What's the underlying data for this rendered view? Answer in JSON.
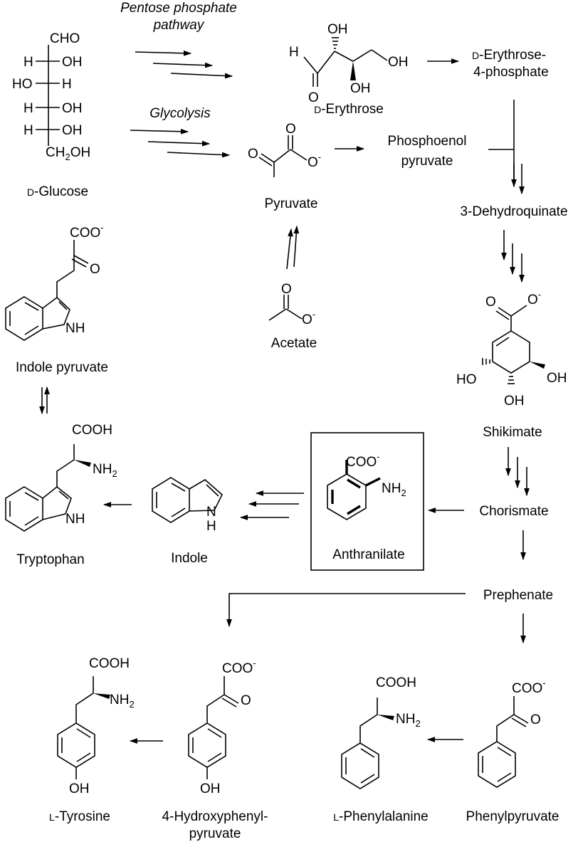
{
  "routes": {
    "pentose_1": "Pentose phosphate",
    "pentose_2": "pathway",
    "glycolysis": "Glycolysis"
  },
  "glucose": {
    "cho": "CHO",
    "h": "H",
    "oh": "OH",
    "ho": "HO",
    "ch2oh_a": "CH",
    "ch2oh_sub": "2",
    "ch2oh_b": "OH",
    "label_prefix": "D",
    "label_rest": "-Glucose"
  },
  "erythrose": {
    "h": "H",
    "o": "O",
    "oh": "OH",
    "label_prefix": "D",
    "label_rest": "-Erythrose"
  },
  "e4p": {
    "label1_prefix": "D",
    "label1_rest": "-Erythrose-",
    "label2": "4-phosphate"
  },
  "pep": {
    "line1": "Phosphoenol",
    "line2": "pyruvate"
  },
  "pyruvate": {
    "o": "O",
    "o_minus": "O",
    "charge": "-",
    "label": "Pyruvate"
  },
  "acetate": {
    "o": "O",
    "o_minus": "O",
    "charge": "-",
    "label": "Acetate"
  },
  "dehydroquinate": {
    "label": "3-Dehydroquinate"
  },
  "shikimate": {
    "o": "O",
    "o_minus": "O",
    "charge": "-",
    "ho": "HO",
    "oh": "OH",
    "label": "Shikimate"
  },
  "chorismate": {
    "label": "Chorismate"
  },
  "prephenate": {
    "label": "Prephenate"
  },
  "anthranilate": {
    "coo": "COO",
    "charge": "-",
    "nh2_a": "NH",
    "nh2_sub": "2",
    "label": "Anthranilate"
  },
  "indole": {
    "h": "H",
    "n": "N",
    "label": "Indole"
  },
  "indole_pyruvate": {
    "coo": "COO",
    "charge": "-",
    "o": "O",
    "nh": "NH",
    "label": "Indole pyruvate"
  },
  "tryptophan": {
    "cooh": "COOH",
    "nh2_a": "NH",
    "nh2_sub": "2",
    "nh": "NH",
    "label": "Tryptophan"
  },
  "tyrosine": {
    "cooh": "COOH",
    "nh2_a": "NH",
    "nh2_sub": "2",
    "oh": "OH",
    "label_prefix": "L",
    "label_rest": "-Tyrosine"
  },
  "hpp": {
    "coo": "COO",
    "charge": "-",
    "o": "O",
    "oh": "OH",
    "label1": "4-Hydroxyphenyl-",
    "label2": "pyruvate"
  },
  "phenylalanine": {
    "cooh": "COOH",
    "nh2_a": "NH",
    "nh2_sub": "2",
    "label_prefix": "L",
    "label_rest": "-Phenylalanine"
  },
  "phenylpyruvate": {
    "coo": "COO",
    "charge": "-",
    "o": "O",
    "label": "Phenylpyruvate"
  }
}
